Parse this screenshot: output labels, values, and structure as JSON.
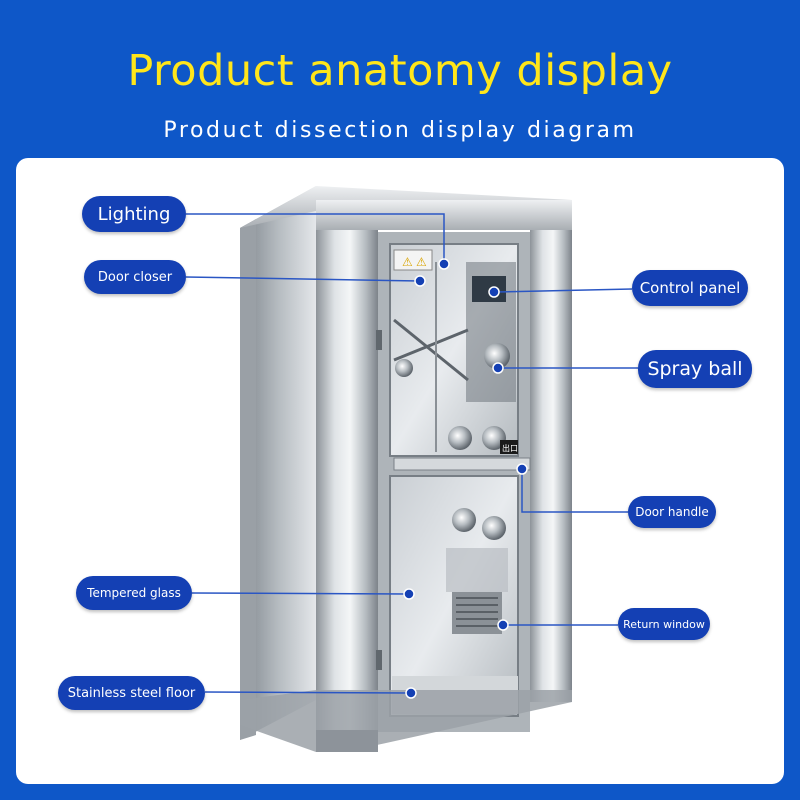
{
  "header": {
    "title": "Product anatomy display",
    "subtitle": "Product dissection display diagram"
  },
  "product_image": {
    "name": "stainless-steel-air-shower",
    "warning_signs": [
      "⚠",
      "⚠"
    ],
    "button_label": "出口"
  },
  "callouts": [
    {
      "id": "lighting",
      "label": "Lighting"
    },
    {
      "id": "door-closer",
      "label": "Door closer"
    },
    {
      "id": "tempered-glass",
      "label": "Tempered glass"
    },
    {
      "id": "stainless-steel-floor",
      "label": "Stainless steel floor"
    },
    {
      "id": "control-panel",
      "label": "Control panel"
    },
    {
      "id": "spray-ball",
      "label": "Spray ball"
    },
    {
      "id": "door-handle",
      "label": "Door handle"
    },
    {
      "id": "return-window",
      "label": "Return window"
    }
  ],
  "colors": {
    "background": "#0e57c8",
    "title": "#ffe61a",
    "label_fill": "#1440b4",
    "leader_line": "#2a56c4"
  }
}
